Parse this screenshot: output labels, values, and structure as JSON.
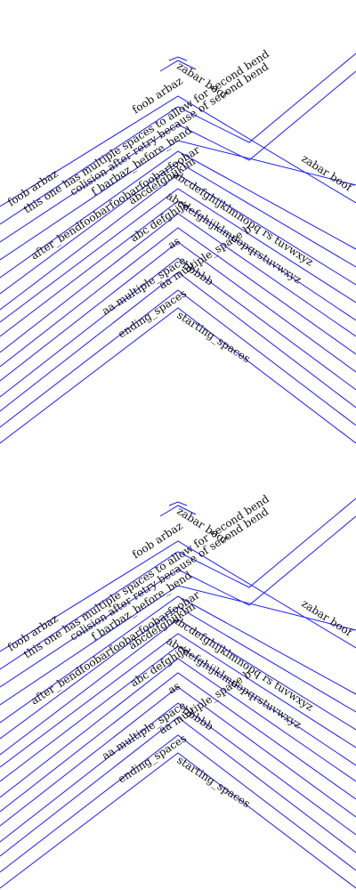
{
  "line_color": "#1a1aff",
  "text_color": "#111111",
  "panels": [
    {
      "labels": {
        "zabar_boof_top": "zabar boof",
        "zabar_boof_right": "zabar boof",
        "foob_arbaz_a": "foob arbaz",
        "foob_arbaz_b": "foob arbaz",
        "multiple_spaces_long": "this one has multiple spaces   to allow for second bend",
        "collision_retry": "colision after retry because of second bend",
        "f_barbaz_before_bend": "f barbaz_before_bend",
        "after_bend_foobar": "after_bendfoobarfoobarfoobarfoobar",
        "alphabet_1": "abcdefghijklmnopq rs tuvwxyz",
        "alphabet_2": "abcdefghijklmnopqrstuvwxyz",
        "alphabet_3": "abcdefghijklm",
        "abc_defghijk": "abc defghijk",
        "as": "as",
        "bbbbb": "bbbbb",
        "aa_multiple_space": "aa   multiple_space",
        "aa_multiple_space_b": "aa  multiple_space   b",
        "ending_spaces": "ending_spaces",
        "starting_spaces": "starting_spaces"
      }
    },
    {
      "labels": {
        "zabar_boof_top": "zabar boof",
        "zabar_boof_right": "zabar boof",
        "foob_arbaz_a": "foob arbaz",
        "foob_arbaz_b": "foob arbaz",
        "multiple_spaces_long": "this one has multiple spaces   to allow for second bend",
        "collision_retry": "colision after retry because of second bend",
        "f_barbaz_before_bend": "f barbaz_before_bend",
        "after_bend_foobar": "after_bendfoobarfoobarfoobarfoobar",
        "alphabet_1": "abcdefghijklmnopq rs tuvwxyz",
        "alphabet_2": "abcdefghijklmnopqrstuvwxyz",
        "alphabet_3": "abcdefghijklm",
        "abc_defghijk": "abc defghijk",
        "as": "as",
        "bbbbb": "bbbbb",
        "aa_multiple_space": "aa   multiple_space",
        "aa_multiple_space_b": "aa  multiple_space   b",
        "ending_spaces": "ending_spaces",
        "starting_spaces": "starting_spaces"
      }
    }
  ]
}
